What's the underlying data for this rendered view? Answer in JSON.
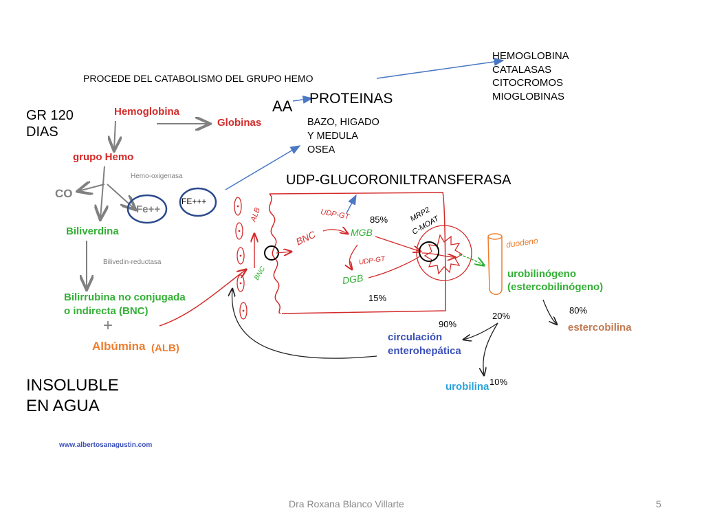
{
  "header": {
    "enzymes_list": "HEMOGLOBINA\nCATALASAS\nCITOCROMOS\nMIOGLOBINAS",
    "procede": "PROCEDE DEL CATABOLISMO DEL GRUPO HEMO"
  },
  "left": {
    "gr120": "GR 120\nDIAS",
    "insoluble": "INSOLUBLE\nEN AGUA",
    "website": "www.albertosanagustin.com"
  },
  "proteins": {
    "aa": "AA",
    "proteinas": "PROTEINAS",
    "sites": "BAZO, HIGADO\nY MEDULA\nOSEA"
  },
  "pathway": {
    "hemoglobina": "Hemoglobina",
    "globinas": "Globinas",
    "grupo_hemo": "grupo Hemo",
    "hemo_oxigenasa": "Hemo-oxigenasa",
    "co": "CO",
    "fe2": "Fe++",
    "fe3": "FE+++",
    "biliverdina": "Biliverdina",
    "bilivedin_reductasa": "Bilivedin-reductasa",
    "bnc_line1": "Bilirrubina no conjugada",
    "bnc_line2": "o indirecta (BNC)",
    "plus": "+",
    "albumina": "Albúmina",
    "alb_abbr": "(ALB)"
  },
  "hepatocyte": {
    "udp_title": "UDP-GLUCORONILTRANSFERASA",
    "pct85": "85%",
    "pct15": "15%",
    "alb_mark": "ALB",
    "bnc_mark": "BNC",
    "bnc_mark2": "BNC",
    "udp_gt1": "UDP-GT",
    "udp_gt2": "UDP-GT",
    "mgb": "MGB",
    "dgb": "DGB",
    "mrp2": "MRP2",
    "cmoat": "C-MOAT"
  },
  "intestine": {
    "duodeno": "duodeno",
    "urobilinogeno_1": "urobilinógeno",
    "urobilinogeno_2": "(estercobilinógeno)",
    "pct80": "80%",
    "estercobilina": "estercobilina",
    "pct20": "20%",
    "pct90": "90%",
    "circ_1": "circulación",
    "circ_2": "enterohepática",
    "urobilina": "urobilina",
    "pct10": "10%"
  },
  "footer": {
    "author": "Dra Roxana Blanco Villarte",
    "page_number": "5"
  },
  "colors": {
    "red": "#d42a2a",
    "green": "#33b035",
    "orange": "#ee7d2e",
    "blue_dark": "#3a50b8",
    "cyan": "#2aa4dd",
    "brown": "#c17a52",
    "gray": "#808080",
    "arrow_blue": "#4a78c4",
    "navy": "#2b4a8c",
    "black": "#000000"
  }
}
